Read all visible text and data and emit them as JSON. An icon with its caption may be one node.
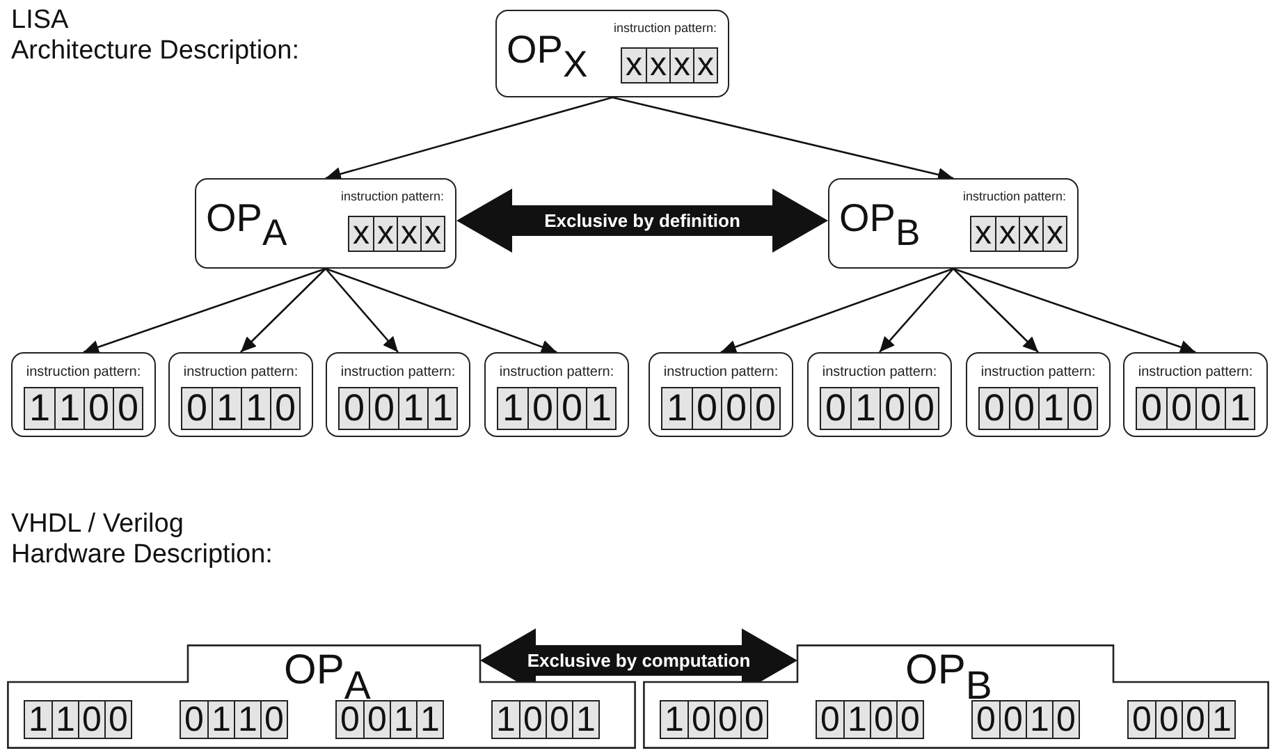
{
  "diagram": {
    "nodes": [
      {
        "text": [
          "OP$_{X}$",
          "instruction pattern:",
          "x x x x"
        ]
      },
      {
        "text": [
          "OP$_{A}$",
          "instruction pattern:",
          "x x x x"
        ]
      },
      {
        "text": [
          "OP$_{B}$",
          "instruction pattern:",
          "x x x x"
        ]
      },
      {
        "text": [
          "instruction pattern:",
          "1 1 0 0"
        ]
      },
      {
        "text": [
          "instruction pattern:",
          "0 1 1 0"
        ]
      },
      {
        "text": [
          "instruction pattern:",
          "0 0 1 1"
        ]
      },
      {
        "text": [
          "instruction pattern:",
          "1 0 0 1"
        ]
      },
      {
        "text": [
          "instruction pattern:",
          "1 0 0 0"
        ]
      },
      {
        "text": [
          "instruction pattern:",
          "0 1 0 0"
        ]
      },
      {
        "text": [
          "instruction pattern:",
          "0 0 1 0"
        ]
      },
      {
        "text": [
          "instruction pattern:",
          "0 0 0 1"
        ]
      },
      {
        "text": [
          "OP$_{A}$",
          "1 1 0 0",
          "0 1 1 0",
          "0 0 1 1",
          "1 0 0 1"
        ]
      },
      {
        "text": [
          "OP$_{B}$",
          "1 0 0 0",
          "0 1 0 0",
          "0 0 1 0",
          "0 0 0 1"
        ]
      }
    ],
    "edges": [
      {
        "from": 0,
        "to": 1,
        "arrow": "to"
      },
      {
        "from": 0,
        "to": 2,
        "arrow": "to"
      },
      {
        "from": 1,
        "to": 3,
        "arrow": "to"
      },
      {
        "from": 1,
        "to": 4,
        "arrow": "to"
      },
      {
        "from": 1,
        "to": 5,
        "arrow": "to"
      },
      {
        "from": 1,
        "to": 6,
        "arrow": "to"
      },
      {
        "from": 2,
        "to": 7,
        "arrow": "to"
      },
      {
        "from": 2,
        "to": 8,
        "arrow": "to"
      },
      {
        "from": 2,
        "to": 9,
        "arrow": "to"
      },
      {
        "from": 2,
        "to": 10,
        "arrow": "to"
      },
      {
        "from": 1,
        "to": 2,
        "arrow": "both",
        "label": "Exclusive by definition",
        "style": "thick"
      },
      {
        "from": 11,
        "to": 12,
        "arrow": "both",
        "label": "Exclusive by computation",
        "style": "thick"
      }
    ],
    "labels": [
      "LISA",
      "Architecture Description:",
      "VHDL / Verilog",
      "Hardware Description:"
    ]
  }
}
